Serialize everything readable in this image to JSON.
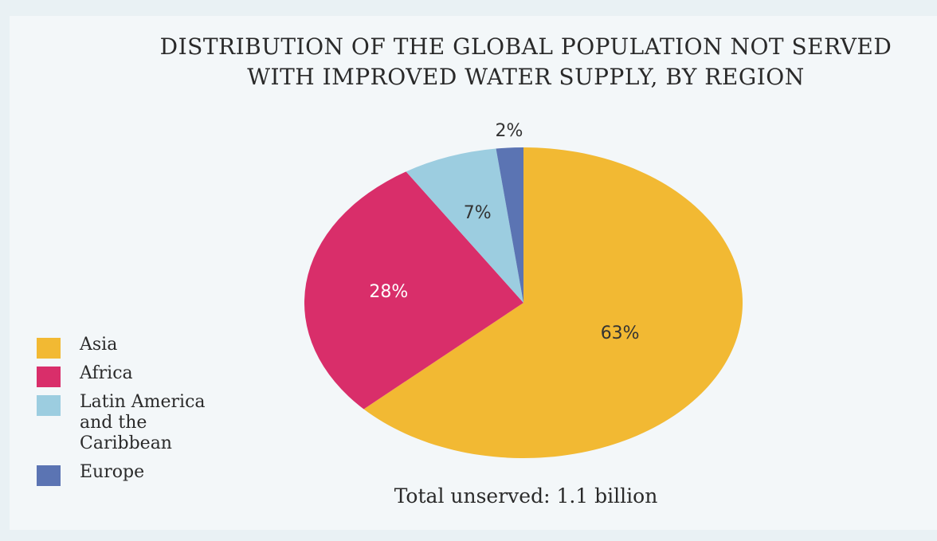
{
  "chart_data": {
    "type": "pie",
    "title_lines": [
      "DISTRIBUTION OF THE GLOBAL POPULATION NOT SERVED",
      "WITH IMPROVED WATER SUPPLY, BY REGION"
    ],
    "categories": [
      "Asia",
      "Africa",
      "Latin America and the Caribbean",
      "Europe"
    ],
    "legend_labels": [
      "Asia",
      "Africa",
      "Latin America\nand the\nCaribbean",
      "Europe"
    ],
    "values": [
      63,
      28,
      7,
      2
    ],
    "value_labels": [
      "63%",
      "28%",
      "7%",
      "2%"
    ],
    "colors": [
      "#f2b933",
      "#d92e6a",
      "#9ccde0",
      "#5b74b3"
    ],
    "label_colors": [
      "#333333",
      "#ffffff",
      "#333333",
      "#333333"
    ],
    "start_angle_deg": -90,
    "direction": "clockwise",
    "legend_position": "bottom-left",
    "note": "Total unserved: 1.1 billion"
  }
}
